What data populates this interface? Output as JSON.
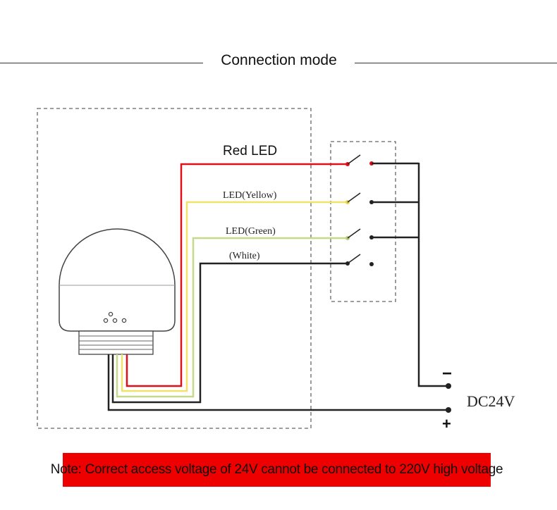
{
  "header": {
    "title": "Connection mode"
  },
  "wires": {
    "red_label": "Red LED",
    "yellow_label": "LED(Yellow)",
    "green_label": "LED(Green)",
    "white_label": "(White)"
  },
  "power": {
    "label": "DC24V",
    "minus": "−",
    "plus": "+"
  },
  "colors": {
    "red_wire": "#e0101a",
    "yellow_wire": "#f0e26a",
    "green_wire": "#c6d98a",
    "black_wire": "#222222",
    "banner": "#ee0000"
  },
  "note": {
    "text": "Note: Correct access voltage of 24V cannot be connected to 220V high voltage"
  }
}
